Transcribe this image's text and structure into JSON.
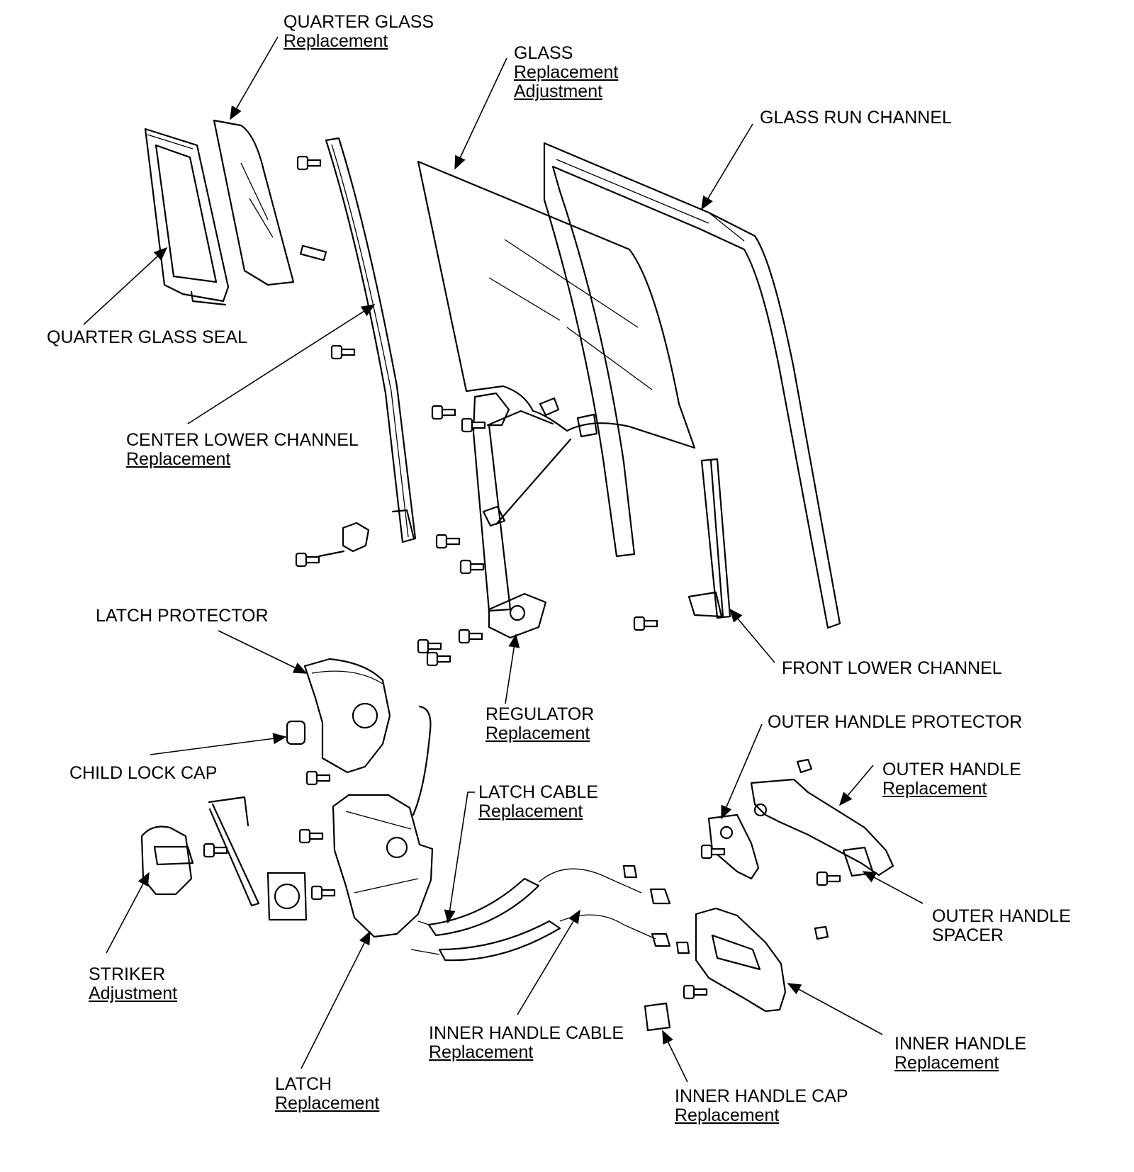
{
  "callouts": {
    "quarter_glass": {
      "title": "QUARTER GLASS",
      "links": [
        "Replacement"
      ]
    },
    "glass": {
      "title": "GLASS",
      "links": [
        "Replacement",
        "Adjustment"
      ]
    },
    "glass_run_channel": {
      "title": "GLASS RUN CHANNEL",
      "links": []
    },
    "quarter_glass_seal": {
      "title": "QUARTER GLASS SEAL",
      "links": []
    },
    "center_lower_channel": {
      "title": "CENTER LOWER CHANNEL",
      "links": [
        "Replacement"
      ]
    },
    "latch_protector": {
      "title": "LATCH PROTECTOR",
      "links": []
    },
    "front_lower_channel": {
      "title": "FRONT LOWER CHANNEL",
      "links": []
    },
    "regulator": {
      "title": "REGULATOR",
      "links": [
        "Replacement"
      ]
    },
    "outer_handle_protector": {
      "title": "OUTER HANDLE PROTECTOR",
      "links": []
    },
    "child_lock_cap": {
      "title": "CHILD LOCK CAP",
      "links": []
    },
    "outer_handle": {
      "title": "OUTER HANDLE",
      "links": [
        "Replacement"
      ]
    },
    "latch_cable": {
      "title": "LATCH CABLE",
      "links": [
        "Replacement"
      ]
    },
    "outer_handle_spacer": {
      "title": "OUTER HANDLE",
      "title2": "SPACER",
      "links": []
    },
    "striker": {
      "title": "STRIKER",
      "links": [
        "Adjustment"
      ]
    },
    "inner_handle_cable": {
      "title": "INNER HANDLE CABLE",
      "links": [
        "Replacement"
      ]
    },
    "inner_handle": {
      "title": "INNER HANDLE",
      "links": [
        "Replacement"
      ]
    },
    "latch": {
      "title": "LATCH",
      "links": [
        "Replacement"
      ]
    },
    "inner_handle_cap": {
      "title": "INNER HANDLE CAP",
      "links": [
        "Replacement"
      ]
    }
  }
}
